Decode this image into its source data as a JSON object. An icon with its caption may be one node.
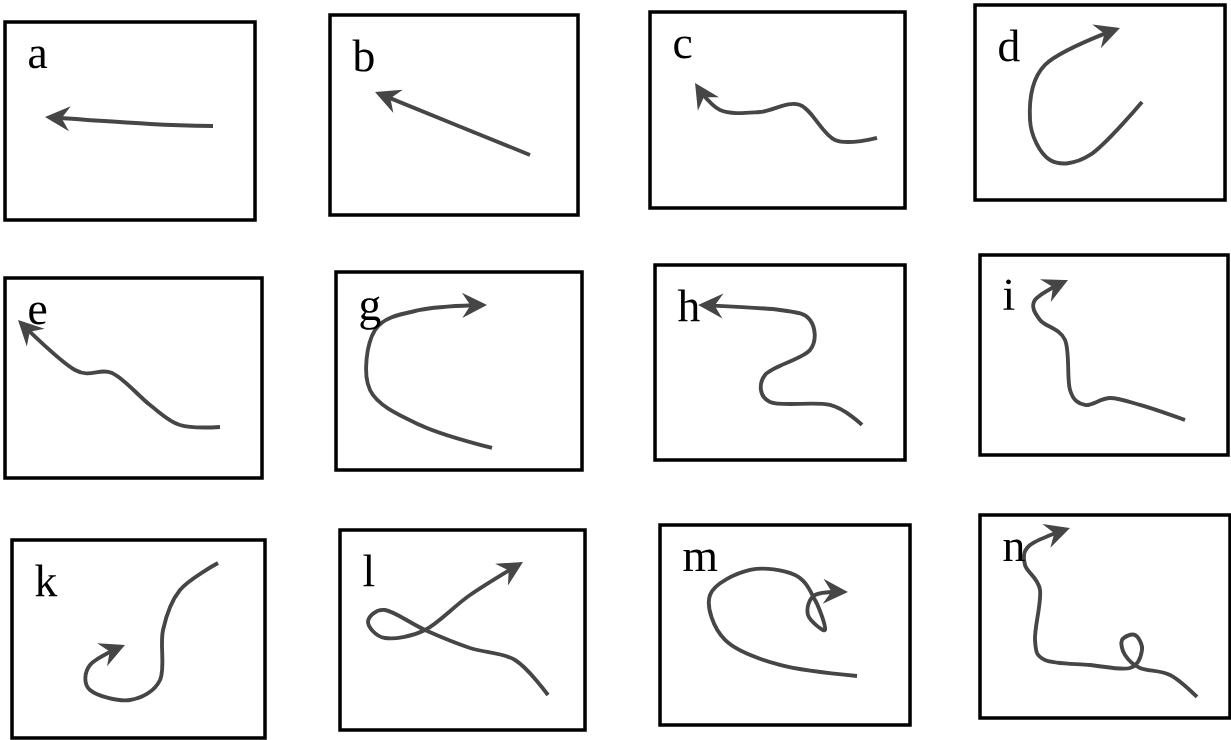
{
  "diagram": {
    "nodes": [
      {
        "text": [
          "a"
        ]
      },
      {
        "text": [
          "b"
        ]
      },
      {
        "text": [
          "c"
        ]
      },
      {
        "text": [
          "d"
        ]
      },
      {
        "text": [
          "e"
        ]
      },
      {
        "text": [
          "g"
        ]
      },
      {
        "text": [
          "h"
        ]
      },
      {
        "text": [
          "i"
        ]
      },
      {
        "text": [
          "k"
        ]
      },
      {
        "text": [
          "l"
        ]
      },
      {
        "text": [
          "m"
        ]
      },
      {
        "text": [
          "n"
        ]
      }
    ]
  }
}
